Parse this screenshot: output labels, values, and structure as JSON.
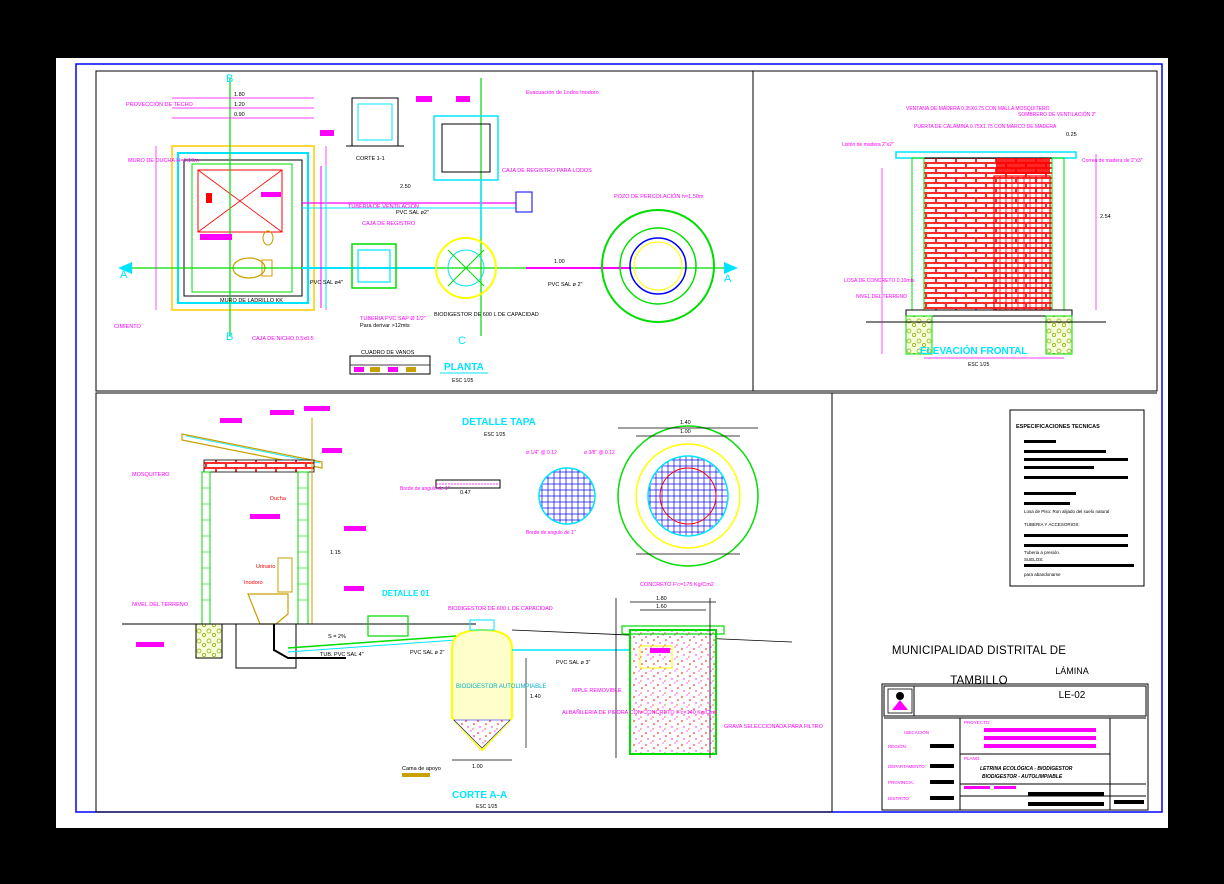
{
  "colors": {
    "frame": "#0000ff",
    "magenta": "#ff00ff",
    "cyan": "#00e5ff",
    "green": "#00dd00",
    "yellow": "#ffff00",
    "red": "#ff0000",
    "brick": "#ff3333",
    "dim_text": "#000000"
  },
  "planta": {
    "title": "PLANTA",
    "scale": "ESC 1/25",
    "labels": {
      "proveccion_techo": "PROVECCIÓN DE TECHO",
      "muro_ducha": "MURO DE DUCHA H=0.10m",
      "cimiento": "CIMIENTO",
      "muro_ladrillo": "MURO DE LADRILLO KK",
      "caja_nicho": "CAJA DE NICHO 0.5x0.5",
      "tuberia_ventilacion": "TUBERIA DE VENTILACIÓN",
      "pvc_sal_2": "PVC SAL ø2\"",
      "pvc_sal_4": "PVC SAL ø4\"",
      "caja_registro": "CAJA DE REGISTRO",
      "tuberia_pvc": "TUBERIA PVC SAP Ø 1/2\"",
      "tuberia_pvc_sub": "Para derivar >12mts",
      "biodigestor": "BIODIGESTOR DE 600 L DE CAPACIDAD",
      "evacuacion_lodos": "Evacuación de Lodos Inodoro",
      "caja_registro_lodos": "CAJA DE REGISTRO PARA LODOS",
      "pozo": "POZO DE PERCOLACIÓN h=1.50m",
      "pvc_sal_2b": "PVC SAL ø 2\"",
      "corte_11": "CORTE 1-1",
      "cuadro_vanos": "CUADRO DE VANOS",
      "dim_250": "2.50",
      "dim_180": "1.80",
      "dim_120": "1.20",
      "dim_090": "0.90",
      "dim_100": "1.00",
      "cut_a": "A",
      "cut_b": "B",
      "cut_c": "C"
    }
  },
  "elevacion": {
    "title": "ELEVACIÓN FRONTAL",
    "scale": "ESC 1/25",
    "labels": {
      "ventana": "VENTANA DE MADERA 0.35X0.75 CON MALLA MOSQUITERO",
      "sombrero": "SOMBRERO DE VENTILACIÓN 2\"",
      "puerta": "PUERTA DE CALAMINA 0.75X1.75 CON MARCO DE MADERA",
      "liston": "Listón de madera 2\"x2\"",
      "correa": "Correa de madera de 2\"x3\"",
      "losa": "LOSA DE CONCRETO 0.10mts",
      "nivel": "NIVEL DEL TERRENO",
      "dim_254": "2.54",
      "dim_025": "0.25"
    }
  },
  "detalle_tapa": {
    "title": "DETALLE TAPA",
    "scale": "ESC 1/25",
    "labels": {
      "fierro_1": "ø 1/4\" @ 0.12",
      "fierro_2": "ø 3/8\" @ 0.12",
      "borde_1": "Borde de angulo de 1\"",
      "borde_2": "Borde de angulo de 1\"",
      "dim_140": "1.40",
      "dim_100": "1.00",
      "dim_047": "0.47"
    }
  },
  "corte_aa": {
    "title": "CORTE A-A",
    "scale": "ESC 1/25",
    "labels": {
      "mosquitero": "MOSQUITERO",
      "ducha": "Ducha",
      "urinario": "Urinario",
      "inodoro": "Inodoro",
      "nivel_terreno": "NIVEL DEL TERRENO",
      "detalle_01": "DETALLE 01",
      "biodigestor": "BIODIGESTOR DE 600 L DE CAPACIDAD",
      "biodigestor_body": "BIODIGESTOR AUTOLIMPIABLE",
      "tub_pvc": "TUB. PVC SAL 4\"",
      "pvc_sal_2": "PVC SAL ø 2\"",
      "pvc_sal_3": "PVC SAL ø 3\"",
      "cama_apoyo": "Cama de apoyo",
      "niple": "NIPLE REMOVIBLE",
      "albanileria": "ALBAÑILERIA DE PIEDRA CON CONCRETO F'c=140 Kg/Cm2",
      "concreto": "CONCRETO F'c=175 Kg/Cm2",
      "grava": "GRAVA SELECCIONADA PARA FILTRO",
      "slope": "S = 2%",
      "dim_180": "1.80",
      "dim_160": "1.60",
      "dim_140": "1.40",
      "dim_115": "1.15",
      "dim_100": "1.00"
    }
  },
  "especificaciones": {
    "title": "ESPECIFICACIONES TECNICAS",
    "line_losa": "Losa de Piso: Ron alijado del suelo natural",
    "heading_tuberia": "TUBERIA Y ACCESORIOS:",
    "line_tuberia": "Tuberia a presión.",
    "heading_suelos": "SUELOS:",
    "line_suelos": "para abandonarse"
  },
  "title_block": {
    "organization": "MUNICIPALIDAD DISTRITAL DE TAMBILLO",
    "ubicacion": "UBICACIÓN",
    "proyecto": "PROYECTO:",
    "region": "REGIÓN:",
    "departamento": "DEPARTAMENTO:",
    "provincia": "PROVINCIA:",
    "distrito": "DISTRITO:",
    "plano": "PLANO:",
    "plano_line1": "LETRINA ECOLÓGICA - BIODIGESTOR",
    "plano_line2": "BIODIGESTOR - AUTOLIMPIABLE",
    "lamina_label": "LÁMINA",
    "lamina_value": "LE-02"
  }
}
